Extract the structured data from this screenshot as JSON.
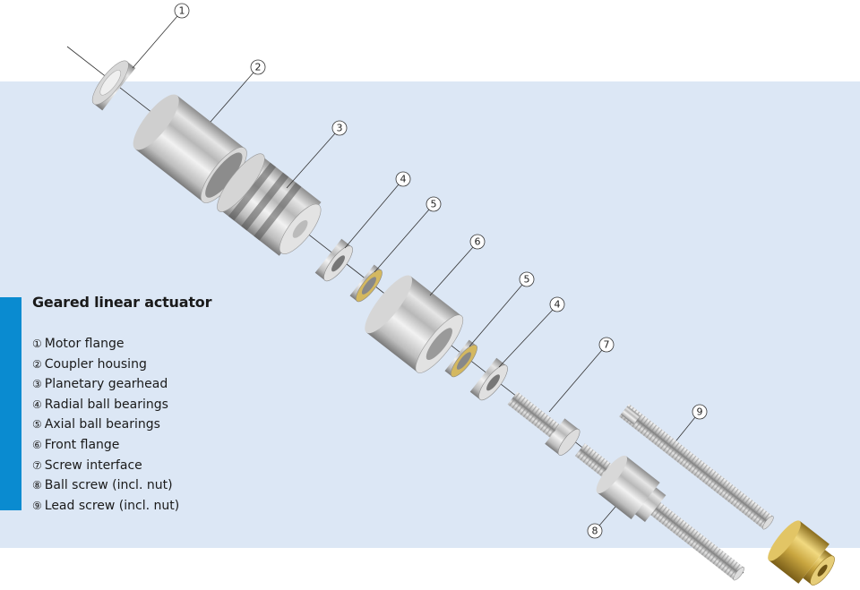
{
  "legend": {
    "title": "Geared linear actuator",
    "items": [
      {
        "num": "①",
        "label": "Motor flange"
      },
      {
        "num": "②",
        "label": "Coupler housing"
      },
      {
        "num": "③",
        "label": "Planetary gearhead"
      },
      {
        "num": "④",
        "label": "Radial ball bearings"
      },
      {
        "num": "⑤",
        "label": "Axial ball bearings"
      },
      {
        "num": "⑥",
        "label": "Front flange"
      },
      {
        "num": "⑦",
        "label": "Screw interface"
      },
      {
        "num": "⑧",
        "label": "Ball screw (incl. nut)"
      },
      {
        "num": "⑨",
        "label": "Lead screw (incl. nut)"
      }
    ]
  },
  "callouts": [
    "1",
    "2",
    "3",
    "4",
    "5",
    "6",
    "5",
    "4",
    "7",
    "8",
    "9"
  ],
  "colors": {
    "band": "#dce7f5",
    "accent": "#0a8bd0",
    "metal": "#c9c9c9",
    "brass": "#d4b24a"
  }
}
